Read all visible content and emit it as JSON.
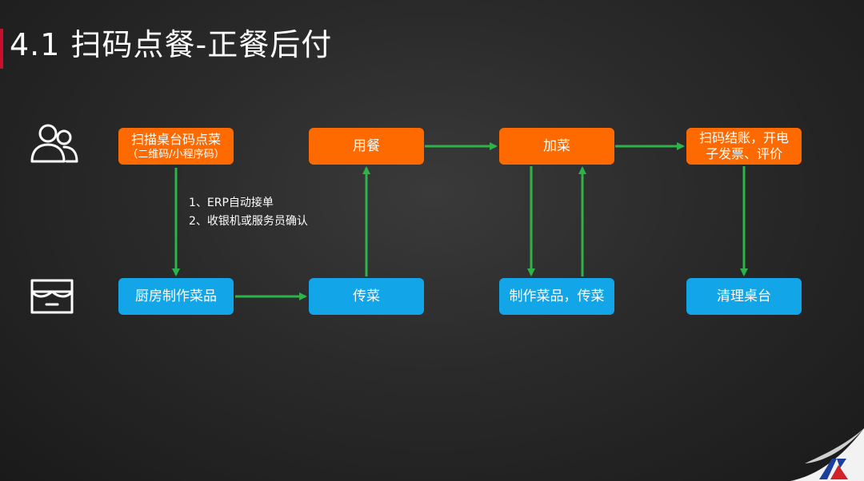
{
  "title": "4.1 扫码点餐-正餐后付",
  "nodes": {
    "scan_order": {
      "line1": "扫描桌台码点菜",
      "line2": "（二维码/小程序码）"
    },
    "dining": "用餐",
    "add_dish": "加菜",
    "checkout": "扫码结账，开电子发票、评价",
    "kitchen": "厨房制作菜品",
    "serve": "传菜",
    "make_serve": "制作菜品，传菜",
    "clear_table": "清理桌台"
  },
  "notes": [
    "1、ERP自动接单",
    "2、收银机或服务员确认"
  ],
  "icons": {
    "customer_row": "users-icon",
    "store_row": "store-icon",
    "logo": "brand-logo-icon"
  },
  "colors": {
    "customer_node": "#ff6a00",
    "store_node": "#12a6e8",
    "arrow": "#2db34a",
    "accent": "#c8102e"
  }
}
